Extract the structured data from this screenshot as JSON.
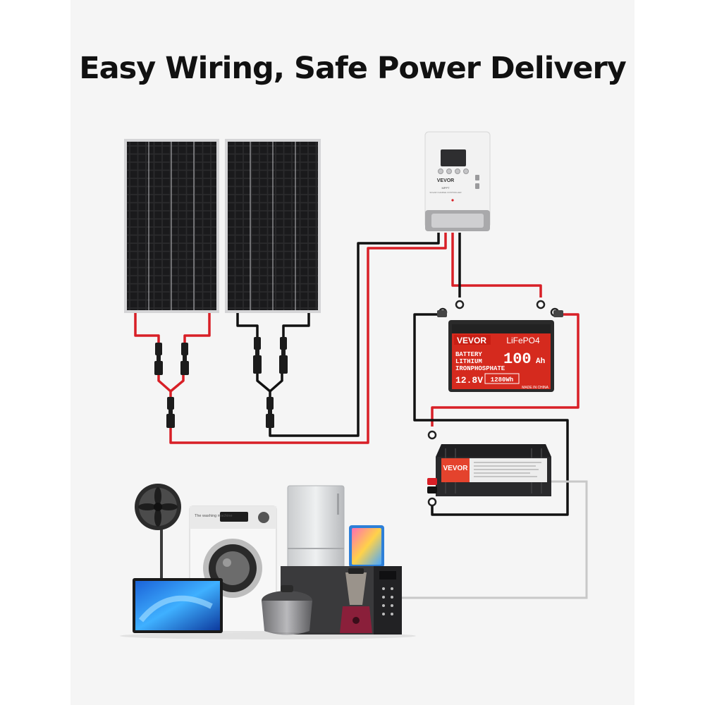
{
  "title": "Easy Wiring, Safe Power Delivery",
  "controller": {
    "brand": "VEVOR",
    "model": "MPPT",
    "subtitle": "SOLAR CHARGE CONTROLLER"
  },
  "battery": {
    "brand": "VEVOR",
    "chemistry_label": "LiFePO4",
    "type_lines": [
      "BATTERY",
      "LITHIUM",
      "IRONPHOSPHATE"
    ],
    "capacity": "100",
    "capacity_unit": "Ah",
    "voltage": "12.8V",
    "energy": "1280Wh",
    "origin": "MADE IN CHINA"
  },
  "inverter": {
    "brand": "VEVOR"
  },
  "washing_machine": {
    "label": "The washing machine"
  },
  "colors": {
    "background": "#f5f5f5",
    "positive_wire": "#d81f26",
    "negative_wire": "#111111",
    "ac_wire": "#c8c8c8",
    "brand_red": "#e4432d",
    "battery_red": "#d52a1e"
  },
  "icons": [
    "solar-panel-icon",
    "charge-controller-icon",
    "battery-icon",
    "inverter-icon",
    "fan-icon",
    "washing-machine-icon",
    "refrigerator-icon",
    "tablet-icon",
    "monitor-icon",
    "rice-cooker-icon",
    "blender-icon",
    "microwave-icon"
  ]
}
